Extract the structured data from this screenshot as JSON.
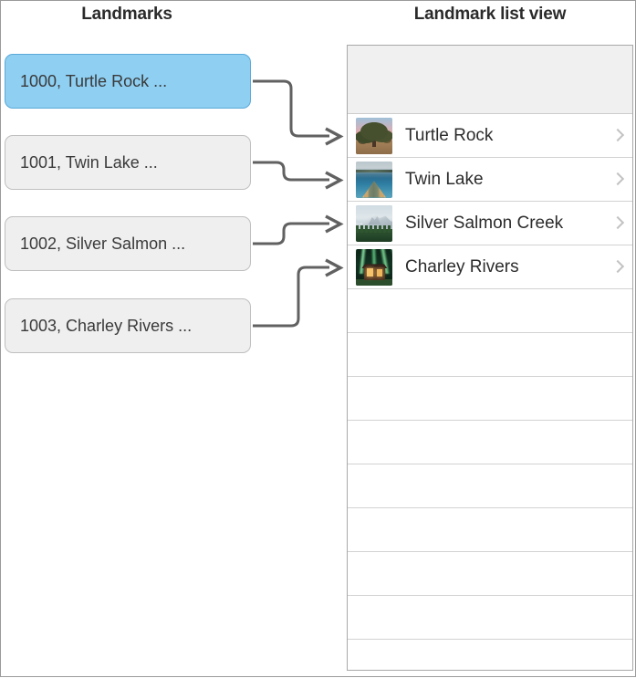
{
  "headings": {
    "left": "Landmarks",
    "right": "Landmark list view"
  },
  "entities": [
    {
      "label": "1000, Turtle Rock ...",
      "selected": true
    },
    {
      "label": "1001, Twin Lake ...",
      "selected": false
    },
    {
      "label": "1002, Silver Salmon ...",
      "selected": false
    },
    {
      "label": "1003, Charley Rivers ...",
      "selected": false
    }
  ],
  "list_view": {
    "header_label": "",
    "rows": [
      {
        "name": "Turtle Rock",
        "thumbnail": "joshua-tree-sunset-thumbnail",
        "accessory": "chevron-right-icon"
      },
      {
        "name": "Twin Lake",
        "thumbnail": "canoe-on-lake-thumbnail",
        "accessory": "chevron-right-icon"
      },
      {
        "name": "Silver Salmon Creek",
        "thumbnail": "snowy-mountain-thumbnail",
        "accessory": "chevron-right-icon"
      },
      {
        "name": "Charley Rivers",
        "thumbnail": "aurora-cabin-thumbnail",
        "accessory": "chevron-right-icon"
      }
    ],
    "empty_row_count": 9
  },
  "connectors": [
    {
      "from": "1000, Turtle Rock ...",
      "to": "Turtle Rock"
    },
    {
      "from": "1001, Twin Lake ...",
      "to": "Twin Lake"
    },
    {
      "from": "1002, Silver Salmon ...",
      "to": "Silver Salmon Creek"
    },
    {
      "from": "1003, Charley Rivers ...",
      "to": "Charley Rivers"
    }
  ],
  "colors": {
    "selected_fill": "#8ecff2",
    "selected_border": "#5ba9d8",
    "box_fill": "#efefef",
    "box_border": "#bfbfbf",
    "connector": "#616161",
    "panel_border": "#a8a8a8",
    "header_fill": "#f0f0f0",
    "separator": "#d2d2d2",
    "chevron": "#c2c2c2",
    "heading_text": "#2b2b2b"
  }
}
